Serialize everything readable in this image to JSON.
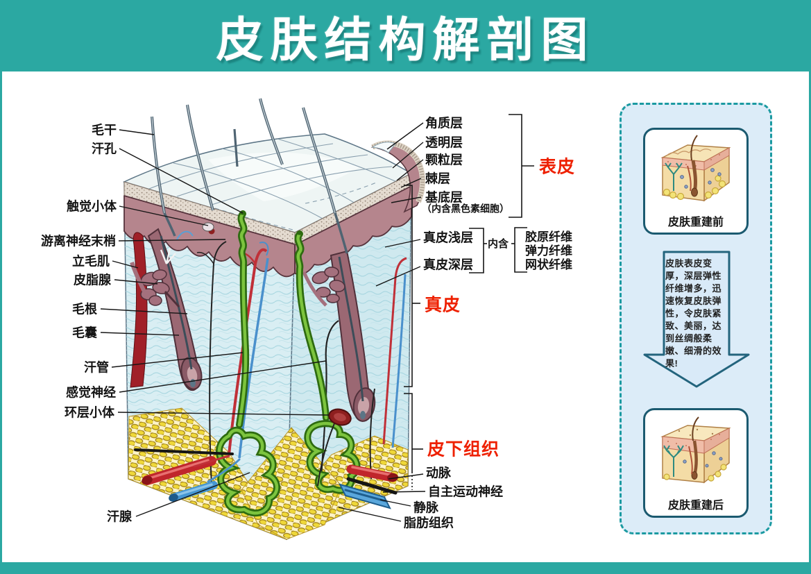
{
  "title": "皮肤结构解剖图",
  "colors": {
    "header_teal": "#2ba8a2",
    "accent_red": "#ee2000",
    "label_black": "#141414",
    "panel_bg": "#dcecf8",
    "panel_dashed_border": "#1b9aa1",
    "card_border": "#1b5a70"
  },
  "labels": {
    "left": [
      "毛干",
      "汗孔",
      "触觉小体",
      "游离神经末梢",
      "立毛肌",
      "皮脂腺",
      "毛根",
      "毛囊",
      "汗管",
      "感觉神经",
      "环层小体",
      "汗腺"
    ],
    "epidermis_layers": [
      "角质层",
      "透明层",
      "颗粒层",
      "棘层",
      "基底层"
    ],
    "basal_note": "（内含黑色素细胞）",
    "dermis_layers": [
      "真皮浅层",
      "真皮深层"
    ],
    "contains": "内含",
    "fibers": [
      "胶原纤维",
      "弹力纤维",
      "网状纤维"
    ],
    "epidermis": "表皮",
    "dermis": "真皮",
    "subcutaneous": "皮下组织",
    "bottom": [
      "动脉",
      "自主运动神经",
      "静脉",
      "脂肪组织"
    ]
  },
  "side_panel": {
    "before_caption": "皮肤重建前",
    "after_caption": "皮肤重建后",
    "arrow_text": "皮肤表皮变厚，深层弹性纤维增多，迅速恢复皮肤弹性，令皮肤紧致、美丽，达到丝绸般柔嫩、细滑的效果!"
  }
}
